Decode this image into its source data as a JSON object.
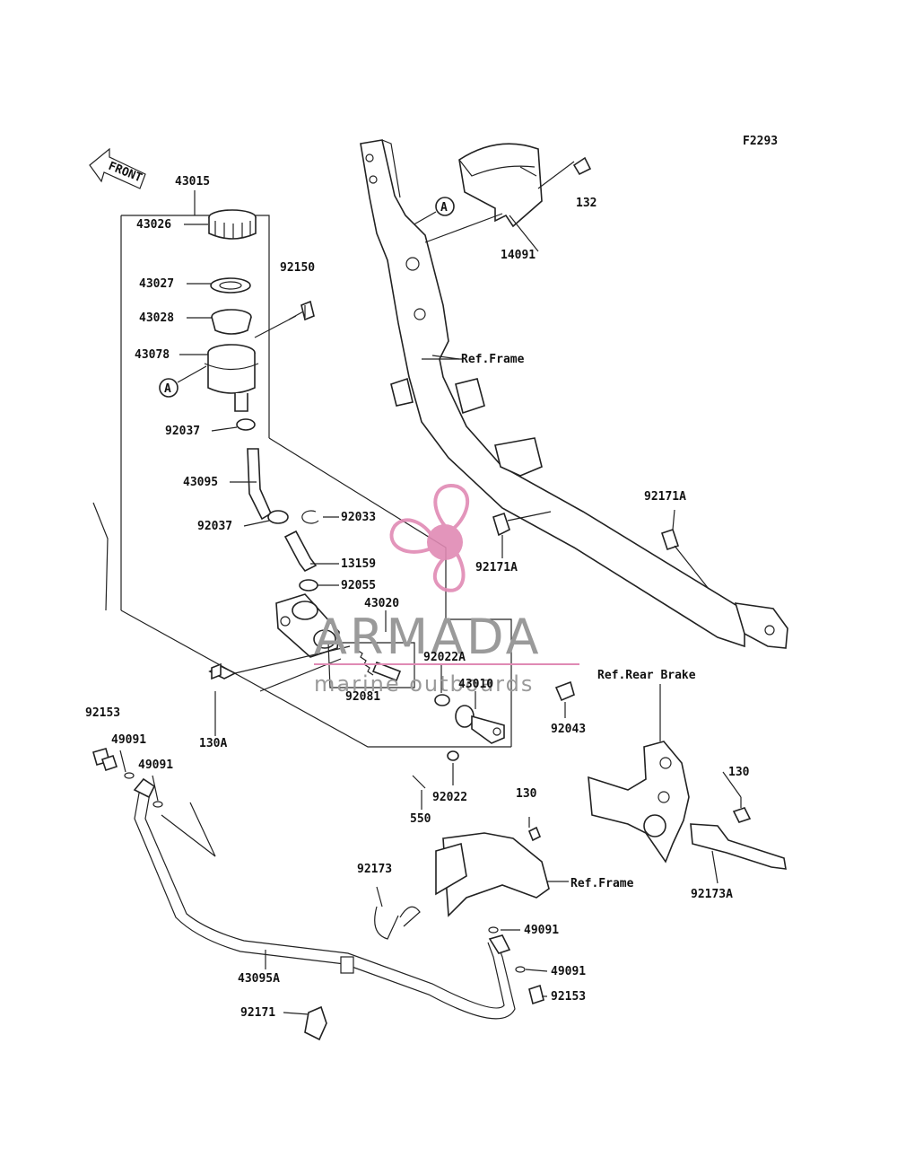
{
  "figure_code": "F2293",
  "front_arrow_label": "FRONT",
  "ref_callout": "A",
  "watermark": {
    "brand": "ARMADA",
    "tagline": "marine outboards",
    "logo_color": "#e08ab4"
  },
  "labels": {
    "p43015": "43015",
    "p43026": "43026",
    "p43027": "43027",
    "p43028": "43028",
    "p43078": "43078",
    "p92150": "92150",
    "p92037a": "92037",
    "p43095": "43095",
    "p92037b": "92037",
    "p92033": "92033",
    "p13159": "13159",
    "p92055": "92055",
    "p43020": "43020",
    "p92022A": "92022A",
    "p43010": "43010",
    "p92081": "92081",
    "p92043": "92043",
    "p92022": "92022",
    "p550": "550",
    "p130A": "130A",
    "p92153a": "92153",
    "p49091a": "49091",
    "p49091b": "49091",
    "p132": "132",
    "p14091": "14091",
    "refFrame1": "Ref.Frame",
    "p92171Aa": "92171A",
    "p92171Ab": "92171A",
    "refRearBrake": "Ref.Rear Brake",
    "p130a": "130",
    "p130b": "130",
    "p92173A": "92173A",
    "p92173": "92173",
    "refFrame2": "Ref.Frame",
    "p49091c": "49091",
    "p49091d": "49091",
    "p92153b": "92153",
    "p43095A": "43095A",
    "p92171": "92171"
  }
}
